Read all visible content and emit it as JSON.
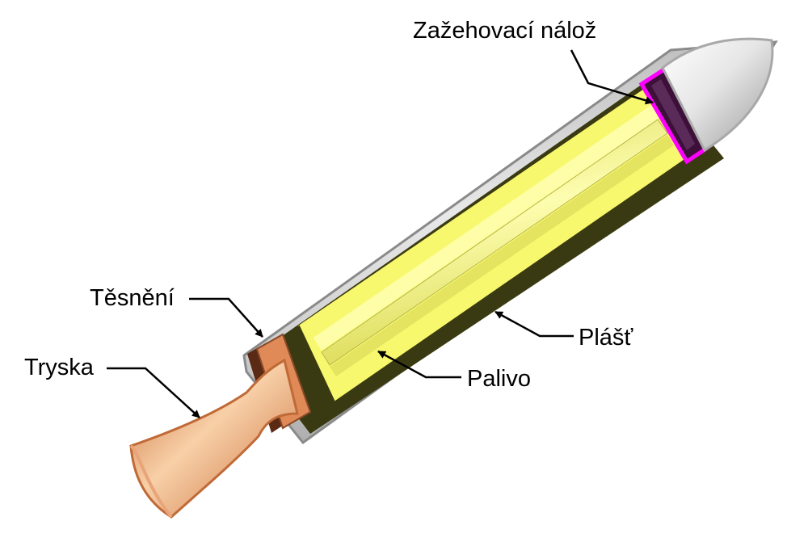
{
  "diagram": {
    "labels": {
      "igniter": "Zažehovací nálož",
      "seal": "Těsnění",
      "nozzle": "Tryska",
      "casing": "Plášť",
      "propellant": "Palivo"
    },
    "colors": {
      "casing": "#c8c8c8",
      "casing_dark": "#8a8a8a",
      "propellant": "#f8f86e",
      "propellant_dark": "#3a3a12",
      "nozzle": "#e08a58",
      "nozzle_light": "#f8d0a8",
      "igniter_outline": "#ff00ff",
      "igniter_fill": "#3c1038",
      "nose_cone": "#e6e6e6"
    }
  }
}
